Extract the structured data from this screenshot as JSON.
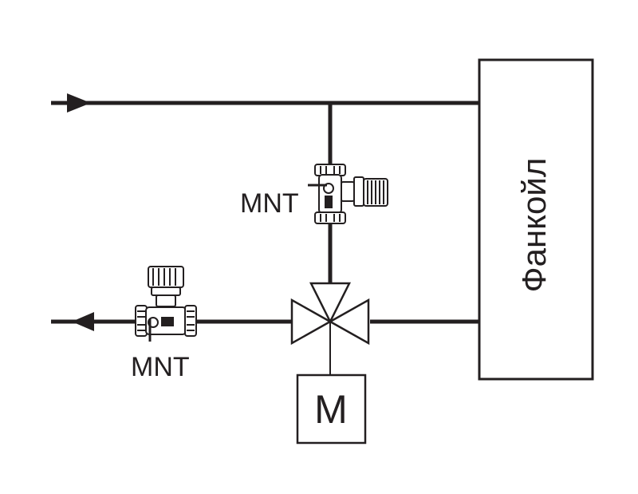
{
  "fancoil": {
    "label": "Фанкойл"
  },
  "valve_upper": {
    "label": "MNT"
  },
  "valve_lower": {
    "label": "MNT"
  },
  "actuator": {
    "label": "M"
  },
  "colors": {
    "line": "#231f20",
    "background": "#ffffff"
  }
}
